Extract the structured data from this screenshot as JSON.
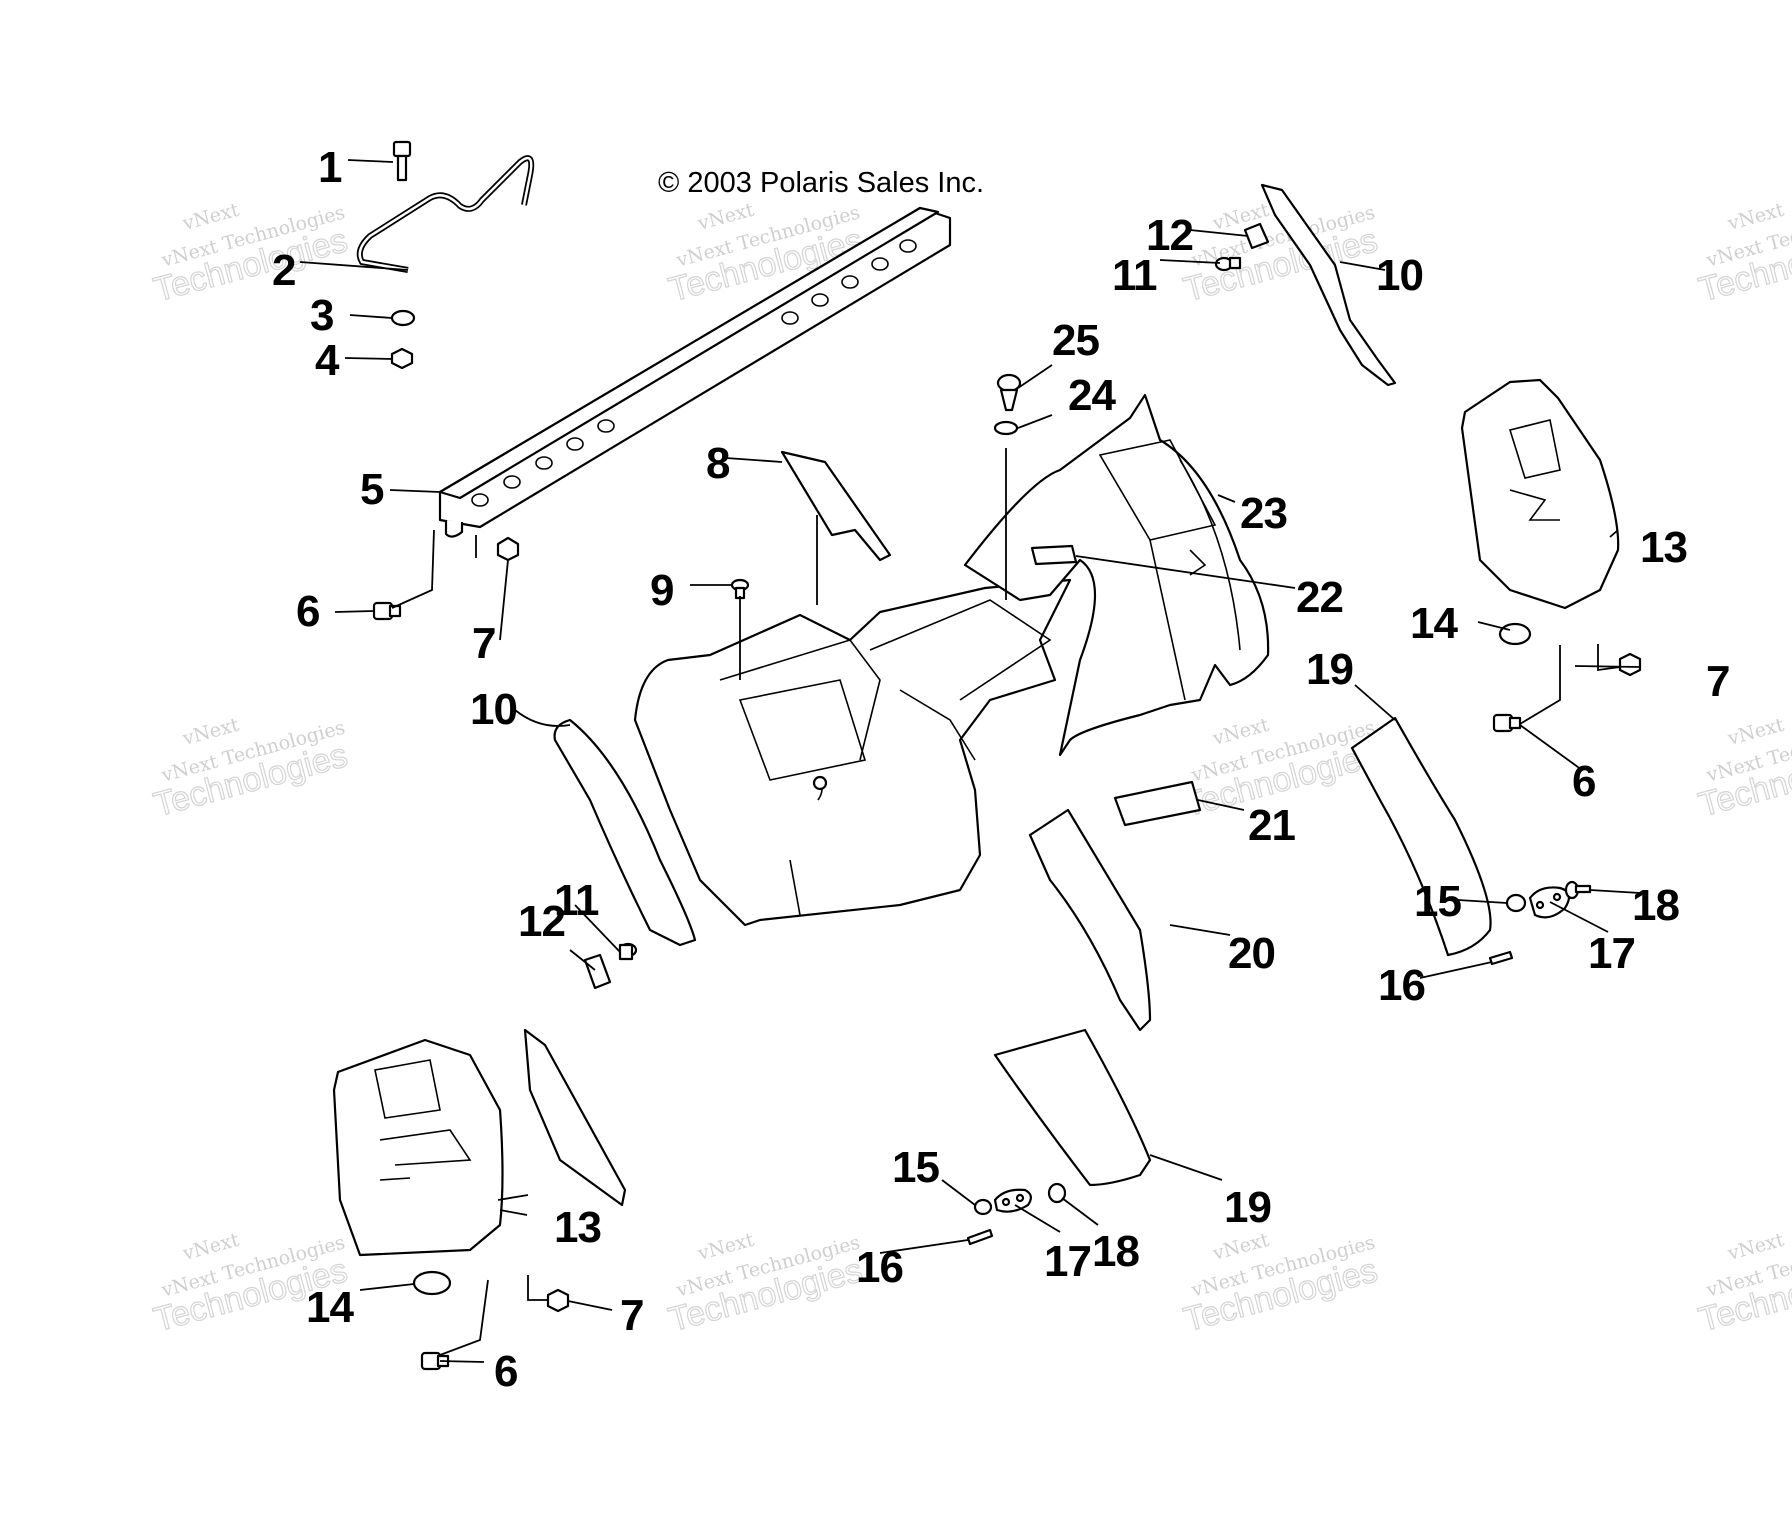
{
  "copyright": "© 2003 Polaris Sales Inc.",
  "watermark": {
    "line1": "vNext",
    "line2": "vNext Technologies",
    "line3": "Technologies"
  },
  "callouts": [
    {
      "id": "c1",
      "label": "1"
    },
    {
      "id": "c2",
      "label": "2"
    },
    {
      "id": "c3",
      "label": "3"
    },
    {
      "id": "c4",
      "label": "4"
    },
    {
      "id": "c5",
      "label": "5"
    },
    {
      "id": "c6a",
      "label": "6"
    },
    {
      "id": "c7a",
      "label": "7"
    },
    {
      "id": "c8",
      "label": "8"
    },
    {
      "id": "c9",
      "label": "9"
    },
    {
      "id": "c10a",
      "label": "10"
    },
    {
      "id": "c12a",
      "label": "12"
    },
    {
      "id": "c11a",
      "label": "11"
    },
    {
      "id": "c12b",
      "label": "12"
    },
    {
      "id": "c11b",
      "label": "11"
    },
    {
      "id": "c10b",
      "label": "10"
    },
    {
      "id": "c25",
      "label": "25"
    },
    {
      "id": "c24",
      "label": "24"
    },
    {
      "id": "c23",
      "label": "23"
    },
    {
      "id": "c22",
      "label": "22"
    },
    {
      "id": "c13a",
      "label": "13"
    },
    {
      "id": "c14a",
      "label": "14"
    },
    {
      "id": "c7b",
      "label": "7"
    },
    {
      "id": "c6b",
      "label": "6"
    },
    {
      "id": "c19a",
      "label": "19"
    },
    {
      "id": "c21",
      "label": "21"
    },
    {
      "id": "c20",
      "label": "20"
    },
    {
      "id": "c15a",
      "label": "15"
    },
    {
      "id": "c18a",
      "label": "18"
    },
    {
      "id": "c17a",
      "label": "17"
    },
    {
      "id": "c16a",
      "label": "16"
    },
    {
      "id": "c13b",
      "label": "13"
    },
    {
      "id": "c14b",
      "label": "14"
    },
    {
      "id": "c7c",
      "label": "7"
    },
    {
      "id": "c6c",
      "label": "6"
    },
    {
      "id": "c15b",
      "label": "15"
    },
    {
      "id": "c16b",
      "label": "16"
    },
    {
      "id": "c17b",
      "label": "17"
    },
    {
      "id": "c18b",
      "label": "18"
    },
    {
      "id": "c19b",
      "label": "19"
    }
  ]
}
